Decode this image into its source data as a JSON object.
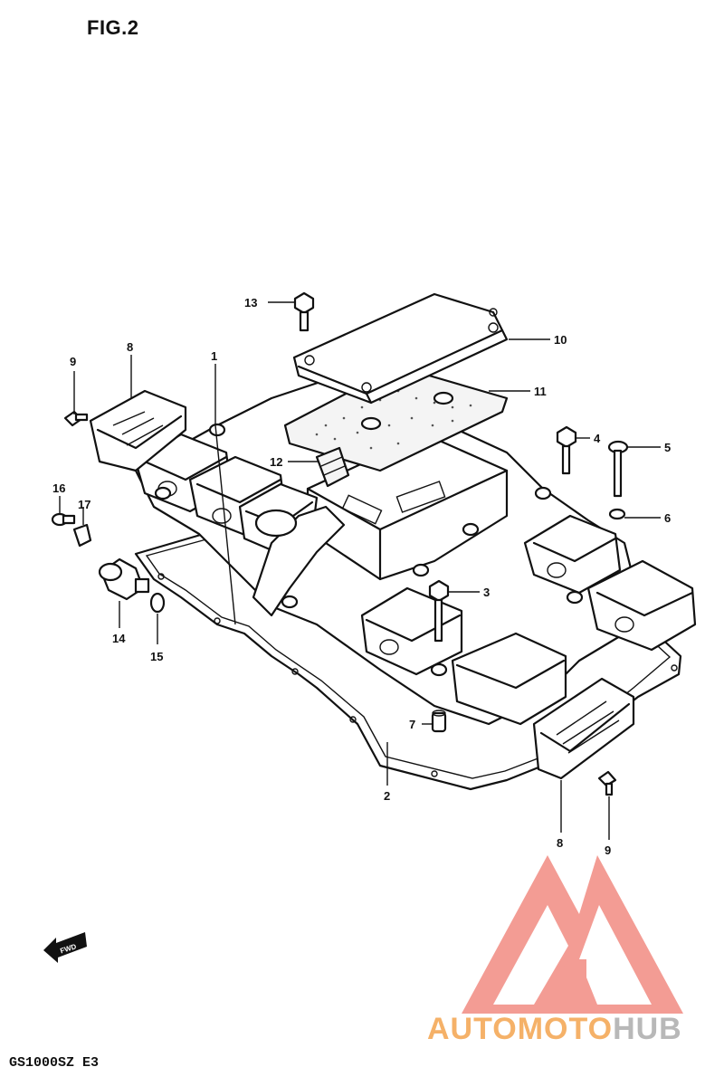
{
  "figure": {
    "title": "FIG.2",
    "model_code": "GS1000SZ E3",
    "fwd_label": "FWD"
  },
  "parts": [
    {
      "number": "1"
    },
    {
      "number": "2"
    },
    {
      "number": "3"
    },
    {
      "number": "4"
    },
    {
      "number": "5"
    },
    {
      "number": "6"
    },
    {
      "number": "7"
    },
    {
      "number": "8"
    },
    {
      "number": "8"
    },
    {
      "number": "9"
    },
    {
      "number": "9"
    },
    {
      "number": "10"
    },
    {
      "number": "11"
    },
    {
      "number": "12"
    },
    {
      "number": "13"
    },
    {
      "number": "14"
    },
    {
      "number": "15"
    },
    {
      "number": "16"
    },
    {
      "number": "17"
    }
  ],
  "watermark": {
    "brand_part1": "AUTOMOTO",
    "brand_part2": "HUB",
    "logo_color": "#f28b82",
    "text_color_1": "#f5b168",
    "text_color_2": "#b8b8b8"
  }
}
